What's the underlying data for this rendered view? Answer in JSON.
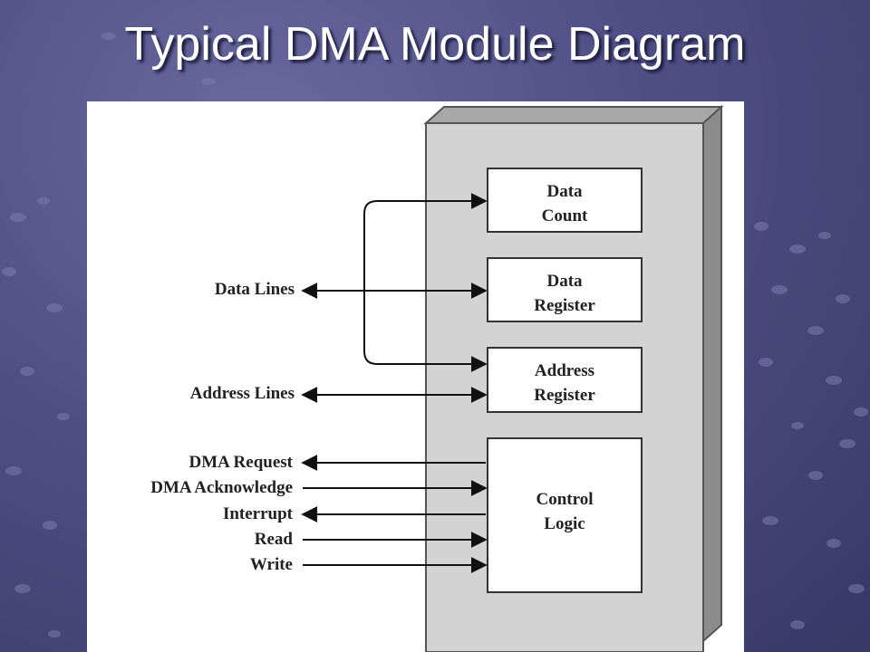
{
  "slide": {
    "title": "Typical DMA Module Diagram"
  },
  "diagram": {
    "blocks": [
      {
        "line1": "Data",
        "line2": "Count"
      },
      {
        "line1": "Data",
        "line2": "Register"
      },
      {
        "line1": "Address",
        "line2": "Register"
      },
      {
        "line1": "Control",
        "line2": "Logic"
      }
    ],
    "signals": {
      "data_lines": "Data Lines",
      "address_lines": "Address Lines",
      "dma_request": "DMA Request",
      "dma_acknowledge": "DMA Acknowledge",
      "interrupt": "Interrupt",
      "read": "Read",
      "write": "Write"
    }
  },
  "colors": {
    "background": "#4f4f86",
    "title": "#ffffff",
    "module_body": "#d3d3d3",
    "module_side": "#8c8c8c",
    "block_fill": "#ffffff"
  }
}
